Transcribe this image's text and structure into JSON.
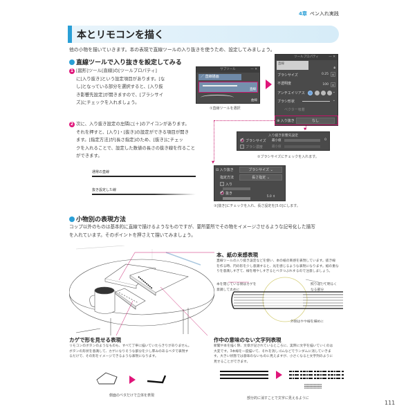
{
  "header": {
    "chapter_number": "4章",
    "chapter_title": "ペン入れ実践"
  },
  "title": "本とリモコンを描く",
  "lead": "他の小物を描いていきます。本の表現で直線ツールの入り抜きを使うため、設定してみましょう。",
  "section1": {
    "heading": "直線ツールで入り抜きを設定してみる",
    "step1": {
      "marker": "1",
      "lines": [
        "[図形]ツール[直線]の[ツールプロパティ]",
        "に[入り抜き]という設定項目があります。[な",
        "し]となっている部分を選択すると、[入り抜",
        "き影響先設定]が開きますので、[ブラシサイ",
        "ズ]にチェックを入れましょう。"
      ]
    },
    "step2": {
      "marker": "2",
      "lines": [
        "次に、入り抜き設定の左隣に[＋]のアイコンがあります。",
        "それを押すと、[入り]・[抜き]の設定ができる項目が開き",
        "ます。[指定方法]が[長さ指定]のため、[抜き]にチェッ",
        "クを入れることで、設定した数値の長さの抜き線を作ること",
        "ができます。"
      ]
    },
    "stroke_samples": [
      {
        "label": "通常の直線"
      },
      {
        "label": "抜き設定した線"
      }
    ]
  },
  "subtool_panel": {
    "title": "サブツール",
    "items": [
      "直線描画",
      "直線",
      "曲線"
    ],
    "caption": "①直線ツールを選択"
  },
  "tool_property_panel": {
    "title": "ツールプロパティ",
    "preset": "直線",
    "rows": [
      {
        "label": "ブラシサイズ",
        "value": "0.25"
      },
      {
        "label": "不透明度",
        "value": "100"
      },
      {
        "label": "アンチエイリアス",
        "value": ""
      },
      {
        "label": "ブラシ形状",
        "value": ""
      },
      {
        "label": "ベクター吸着",
        "value": ""
      }
    ],
    "inout_label": "入り抜き",
    "inout_value": "なし"
  },
  "influence_panel": {
    "title": "入り抜き影響先設定",
    "rows": [
      {
        "label": "ブラシサイズ",
        "checked": true,
        "sub_label": "最小値",
        "value": "0"
      },
      {
        "label": "ブラシ濃度",
        "checked": false,
        "sub_label": "最小値",
        "value": ""
      }
    ],
    "caption": "②ブラシサイズにチェックを入れます。"
  },
  "inout_detail_panel": {
    "toggle_label": "入り抜き",
    "toggle_value": "ブラシサイズ",
    "method_label": "指定方法",
    "method_value": "長さ指定",
    "in_label": "入り",
    "in_checked": false,
    "out_label": "抜き",
    "out_checked": true,
    "out_value": "5.0",
    "caption": "③[抜き]にチェックを入れ、長さ設定を[5.0]にします。"
  },
  "section2": {
    "heading": "小物別の表現方法",
    "lines": [
      "コップ以外のものは基本的に直線で描けるようなものですが、要所要所でその物をイメージさせるような記号化した描写",
      "を入れています。そのポイントを押さえて描いてみましょう。"
    ]
  },
  "callout_book": {
    "heading": "本、紙の束感表現",
    "lines": [
      "直線ツールの入り抜き設定などを使い、本の紙の束感を表現しています。抜き線",
      "を作る時、円の形を少し意識すると、光を感じるような表現になります。紙の重な",
      "りを意識しすぎて、線を増やしすぎるとベタつぶれするので注意しましょう。"
    ],
    "note_left": [
      "本を閉じている側はカゲを",
      "意識して太めに"
    ],
    "note_right": [
      "照り返して明るく",
      "なる部分"
    ],
    "note_bottom": "外側はやや線を細めに"
  },
  "callout_remote": {
    "heading": "カゲで形を見せる表現",
    "lines": [
      "リモコンのボタンのようなものも、すべて丁寧に描いていたらきりがありません。",
      "ボタンの形状を意識して、カゲになりそうな部分を少し厚みのあるベタで表現す",
      "るだけで、その形をイメージできるような表現になります。"
    ],
    "caption": "側面のベタだけで立体を表現"
  },
  "callout_text": {
    "heading": "作中の意味のない文字列表現",
    "lines": [
      "新聞や本を描く際、文章が記されているところに、実際に文字を描いていくのは",
      "大変です。3本線を一度描いて、それを消しゴムなどでランダムに消していきま",
      "す。大きい状態では意味のないものに見えますが、小さくなると文字列のように",
      "見せることができます。"
    ],
    "caption": "部分的に消すことで文字に見えるように"
  },
  "page_number": "111",
  "colors": {
    "accent_blue": "#2a9fd6",
    "accent_magenta": "#e0157a",
    "panel_dark": "#4a4a4a",
    "title_bg": "#d6ecf8"
  }
}
